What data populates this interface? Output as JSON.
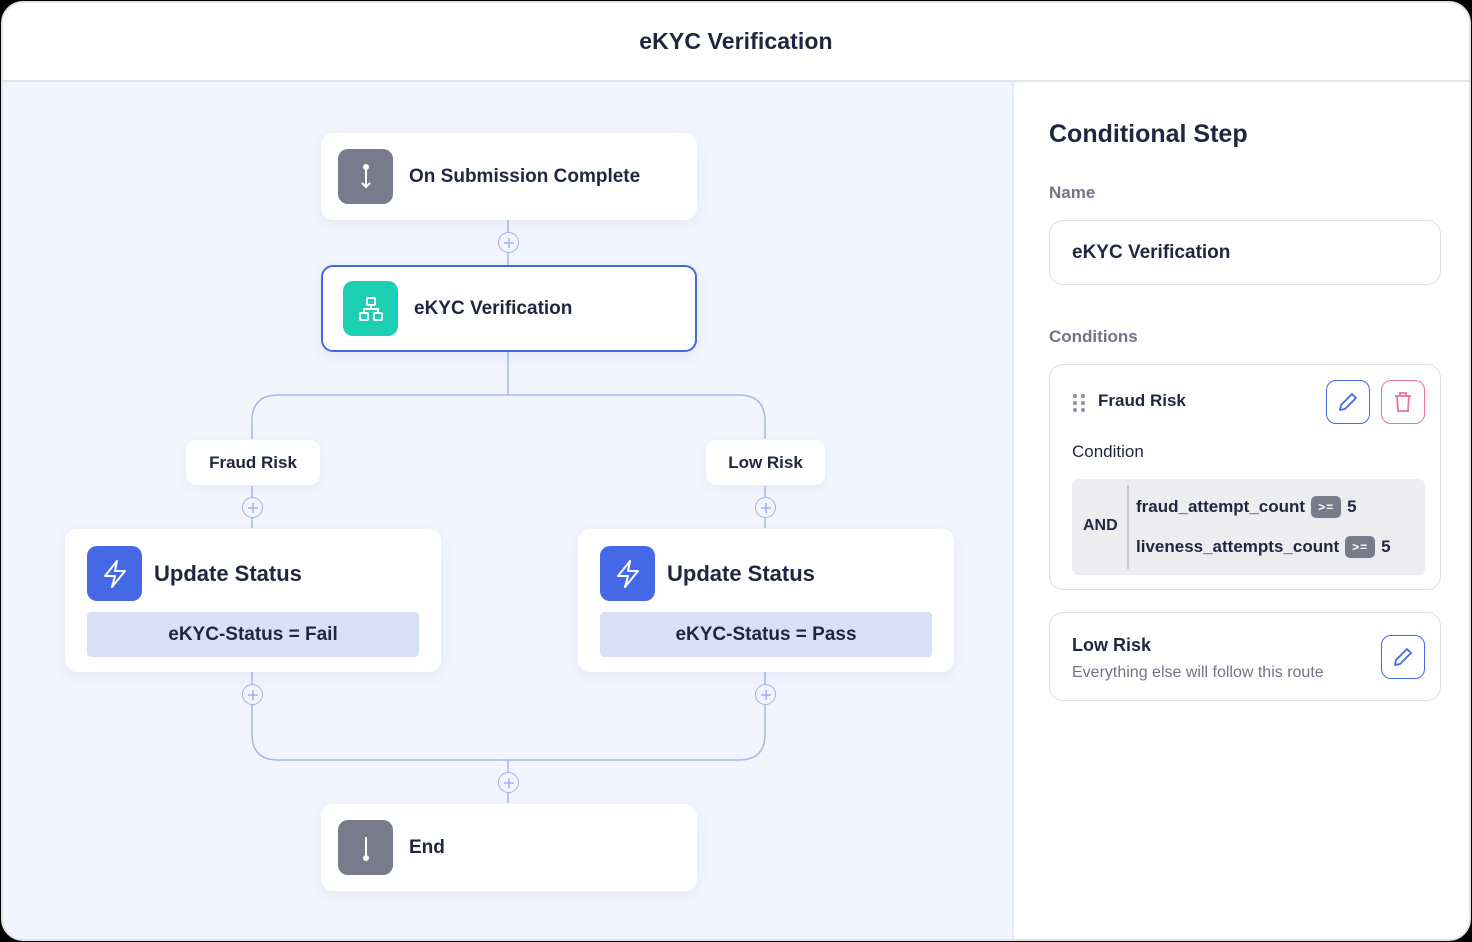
{
  "window": {
    "title": "eKYC Verification"
  },
  "canvas": {
    "trigger": {
      "label": "On Submission Complete",
      "icon": "trigger-start-icon"
    },
    "conditional": {
      "label": "eKYC Verification",
      "icon": "branch-hierarchy-icon",
      "selected": true
    },
    "branches": [
      {
        "label": "Fraud Risk",
        "action": {
          "title": "Update Status",
          "icon": "lightning-icon",
          "expression": "eKYC-Status = Fail"
        }
      },
      {
        "label": "Low Risk",
        "action": {
          "title": "Update Status",
          "icon": "lightning-icon",
          "expression": "eKYC-Status = Pass"
        }
      }
    ],
    "end": {
      "label": "End",
      "icon": "end-icon"
    }
  },
  "panel": {
    "title": "Conditional Step",
    "name_label": "Name",
    "name_value": "eKYC Verification",
    "conditions_label": "Conditions",
    "conditions": [
      {
        "name": "Fraud Risk",
        "condition_label": "Condition",
        "logic": "AND",
        "rules": [
          {
            "field": "fraud_attempt_count",
            "operator": ">=",
            "value": "5"
          },
          {
            "field": "liveness_attempts_count",
            "operator": ">=",
            "value": "5"
          }
        ]
      },
      {
        "name": "Low Risk",
        "description": "Everything else will follow this route"
      }
    ]
  },
  "colors": {
    "accent": "#4468e6",
    "teal": "#1dcfb2",
    "gray_icon": "#787b8b",
    "danger": "#e8749a",
    "canvas_bg": "#f2f5fd",
    "connector": "#9db0f0"
  }
}
